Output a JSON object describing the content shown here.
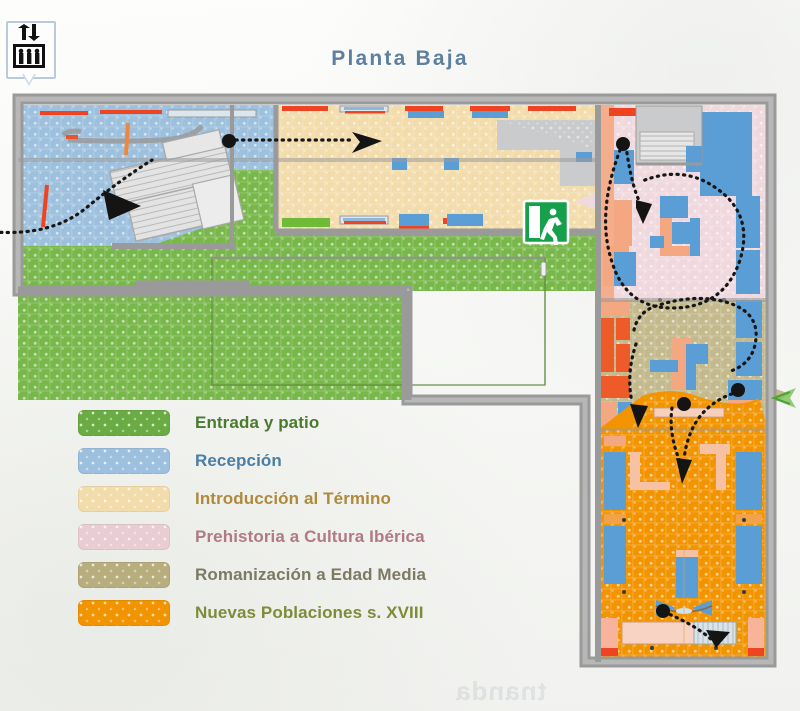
{
  "document": {
    "title": "Planta Baja",
    "title_color": "#5d7fa0",
    "background": "#fbfbf9"
  },
  "markers": {
    "elevator": {
      "name": "elevator-marker",
      "icon": "elevator-icon",
      "description": "Ascensor: up and down arrows above cabin with three figures"
    },
    "exit": {
      "name": "emergency-exit-sign",
      "icon": "running-man-exit-icon",
      "color": "#1aa04a",
      "description": "Salida de emergencia"
    },
    "entrance_arrow": {
      "name": "entrance-arrow-right",
      "color": "#7dbf5e",
      "description": "Green arrow at right edge indicating entry"
    }
  },
  "legend": {
    "name": "map-legend",
    "items": [
      {
        "label": "Entrada y patio",
        "color": "#6aab43",
        "text_color": "#4a7a2e"
      },
      {
        "label": "Recepción",
        "color": "#9cc0dd",
        "text_color": "#4b7ea6"
      },
      {
        "label": "Introducción al Término",
        "color": "#f3dcab",
        "text_color": "#b08a3c"
      },
      {
        "label": "Prehistoria a Cultura Ibérica",
        "color": "#e9ccd4",
        "text_color": "#b07a84"
      },
      {
        "label": "Romanización a Edad Media",
        "color": "#b8ad7d",
        "text_color": "#7d7a63"
      },
      {
        "label": "Nuevas Poblaciones s. XVIII",
        "color": "#f29400",
        "text_color": "#7e8c3a"
      }
    ]
  },
  "plan": {
    "name": "floor-plan",
    "zones": [
      {
        "id": "entrada-patio",
        "label": "Entrada y patio",
        "color": "#6aab43"
      },
      {
        "id": "recepcion",
        "label": "Recepción",
        "color": "#9cc0dd"
      },
      {
        "id": "introduccion",
        "label": "Introducción al Término",
        "color": "#f3dcab"
      },
      {
        "id": "prehistoria",
        "label": "Prehistoria a Cultura Ibérica",
        "color": "#e9ccd4"
      },
      {
        "id": "romanizacion",
        "label": "Romanización a Edad Media",
        "color": "#c3b98c"
      },
      {
        "id": "nuevas-pobl",
        "label": "Nuevas Poblaciones s. XVIII",
        "color": "#f29400"
      }
    ],
    "structure_colors": {
      "wall": "#9a9a9a",
      "wall_light": "#b5b5b5",
      "display_case_blue": "#5b9ed6",
      "display_case_red": "#ee4422",
      "display_case_salmon": "#f4a882",
      "stairs": "#dcdcdc",
      "path": "#1a1a1a"
    },
    "route": {
      "name": "visitor-route",
      "style": "dotted",
      "color": "#161616",
      "description": "Dotted circulation route from west entrance through reception, introduction corridor, prehistory, romanization and new settlements halls"
    }
  },
  "artifact": {
    "show_through_text": "tnanda"
  }
}
